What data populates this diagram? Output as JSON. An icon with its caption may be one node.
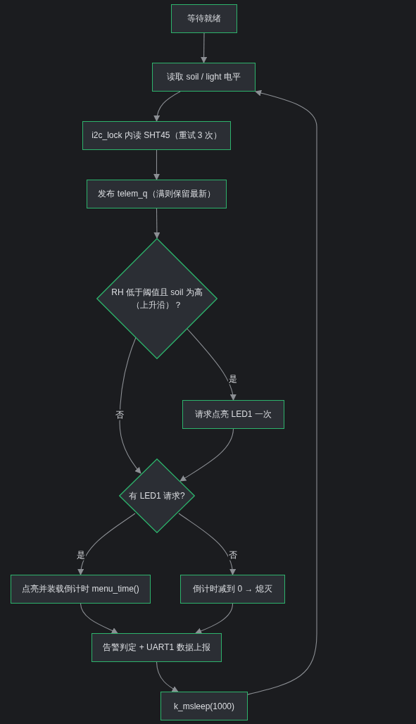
{
  "diagram": {
    "nodes": [
      {
        "text": [
          "等待就绪"
        ]
      },
      {
        "text": [
          "读取 soil / light 电平"
        ]
      },
      {
        "text": [
          "i2c_lock 内读 SHT45（重试 3 次）"
        ]
      },
      {
        "text": [
          "发布 telem_q（满则保留最新）"
        ]
      },
      {
        "text": [
          "RH 低于阈值且 soil 为高（上升沿）？"
        ]
      },
      {
        "text": [
          "请求点亮 LED1 一次"
        ]
      },
      {
        "text": [
          "有 LED1 请求?"
        ]
      },
      {
        "text": [
          "点亮并装载倒计时 menu_time()"
        ]
      },
      {
        "text": [
          "倒计时减到 0 → 熄灭"
        ]
      },
      {
        "text": [
          "告警判定 + UART1 数据上报"
        ]
      },
      {
        "text": [
          "k_msleep(1000)"
        ]
      }
    ],
    "edges": [
      {
        "from": 0,
        "to": 1,
        "arrow": "to"
      },
      {
        "from": 1,
        "to": 2,
        "arrow": "to"
      },
      {
        "from": 2,
        "to": 3,
        "arrow": "to"
      },
      {
        "from": 3,
        "to": 4,
        "arrow": "to"
      },
      {
        "from": 4,
        "to": 5,
        "arrow": "to",
        "label": "是"
      },
      {
        "from": 4,
        "to": 6,
        "arrow": "to",
        "label": "否"
      },
      {
        "from": 5,
        "to": 6,
        "arrow": "to"
      },
      {
        "from": 6,
        "to": 7,
        "arrow": "to",
        "label": "是"
      },
      {
        "from": 6,
        "to": 8,
        "arrow": "to",
        "label": "否"
      },
      {
        "from": 7,
        "to": 9,
        "arrow": "to"
      },
      {
        "from": 8,
        "to": 9,
        "arrow": "to"
      },
      {
        "from": 9,
        "to": 10,
        "arrow": "to"
      },
      {
        "from": 10,
        "to": 1,
        "arrow": "to"
      }
    ]
  }
}
